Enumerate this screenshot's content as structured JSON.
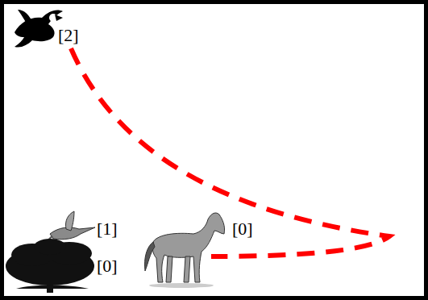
{
  "diagram": {
    "labels": [
      "[2]",
      "[1]",
      "[0]",
      "[0]"
    ]
  }
}
